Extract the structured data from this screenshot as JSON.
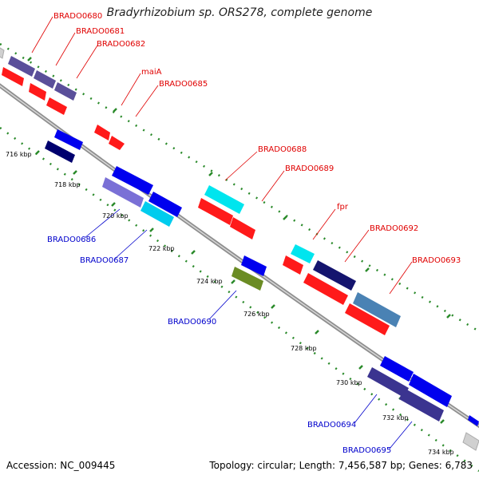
{
  "header": {
    "title": "Bradyrhizobium sp. ORS278, complete genome"
  },
  "footer": {
    "accession": "Accession: NC_009445",
    "topology": "Topology: circular; Length: 7,456,587 bp; Genes: 6,783"
  },
  "colors": {
    "red": "#e00000",
    "blue": "#0000cc",
    "backbone": "#9a9a9a",
    "tick_dot": "#2a8a2a"
  },
  "ticks": [
    "716 kbp",
    "718 kbp",
    "720 kbp",
    "722 kbp",
    "724 kbp",
    "726 kbp",
    "728 kbp",
    "730 kbp",
    "732 kbp",
    "734 kbp"
  ],
  "gene_labels": {
    "BRADO0680": "BRADO0680",
    "BRADO0681": "BRADO0681",
    "BRADO0682": "BRADO0682",
    "maiA": "maiA",
    "BRADO0685": "BRADO0685",
    "BRADO0686": "BRADO0686",
    "BRADO0687": "BRADO0687",
    "BRADO0688": "BRADO0688",
    "BRADO0689": "BRADO0689",
    "BRADO0690": "BRADO0690",
    "fpr": "fpr",
    "BRADO0692": "BRADO0692",
    "BRADO0693": "BRADO0693",
    "BRADO0694": "BRADO0694",
    "BRADO0695": "BRADO0695"
  }
}
